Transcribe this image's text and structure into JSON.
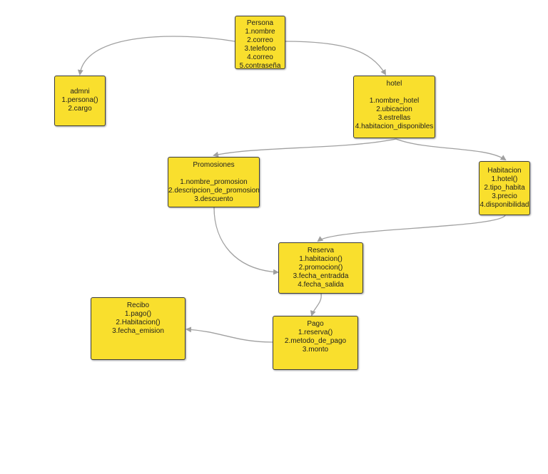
{
  "colors": {
    "node_fill": "#f9df2d",
    "node_border": "#3c3c3c",
    "edge": "#a0a0a0"
  },
  "nodes": {
    "persona": {
      "title": "Persona",
      "items": [
        "1.nombre",
        "2.correo",
        "3.telefono",
        "4.correo",
        "5.contraseña"
      ]
    },
    "admni": {
      "title": "admni",
      "items": [
        "1.persona()",
        "2.cargo"
      ]
    },
    "hotel": {
      "title": "hotel",
      "items": [
        "1.nombre_hotel",
        "2.ubicacion",
        "3.estrellas",
        "4.habitacion_disponibles"
      ]
    },
    "promociones": {
      "title": "Promosiones",
      "items": [
        "1.nombre_promosion",
        "2.descripcion_de_promosion",
        "3.descuento"
      ]
    },
    "habitacion": {
      "title": "Habitacion",
      "items": [
        "1.hotel()",
        "2.tipo_habita",
        "3.precio",
        "4.disponibilidad"
      ]
    },
    "reserva": {
      "title": "Reserva",
      "items": [
        "1.habitacion()",
        "2.promocion()",
        "3.fecha_entradda",
        "4.fecha_salida"
      ]
    },
    "recibo": {
      "title": "Recibo",
      "items": [
        "1.pago()",
        "2.Habitacion()",
        "3.fecha_emision"
      ]
    },
    "pago": {
      "title": "Pago",
      "items": [
        "1.reserva()",
        "2.metodo_de_pago",
        "3.monto"
      ]
    }
  },
  "edges": [
    {
      "from": "persona",
      "to": "admni"
    },
    {
      "from": "persona",
      "to": "hotel"
    },
    {
      "from": "hotel",
      "to": "promociones"
    },
    {
      "from": "hotel",
      "to": "habitacion"
    },
    {
      "from": "habitacion",
      "to": "reserva"
    },
    {
      "from": "promociones",
      "to": "reserva"
    },
    {
      "from": "reserva",
      "to": "pago"
    },
    {
      "from": "pago",
      "to": "recibo"
    }
  ]
}
